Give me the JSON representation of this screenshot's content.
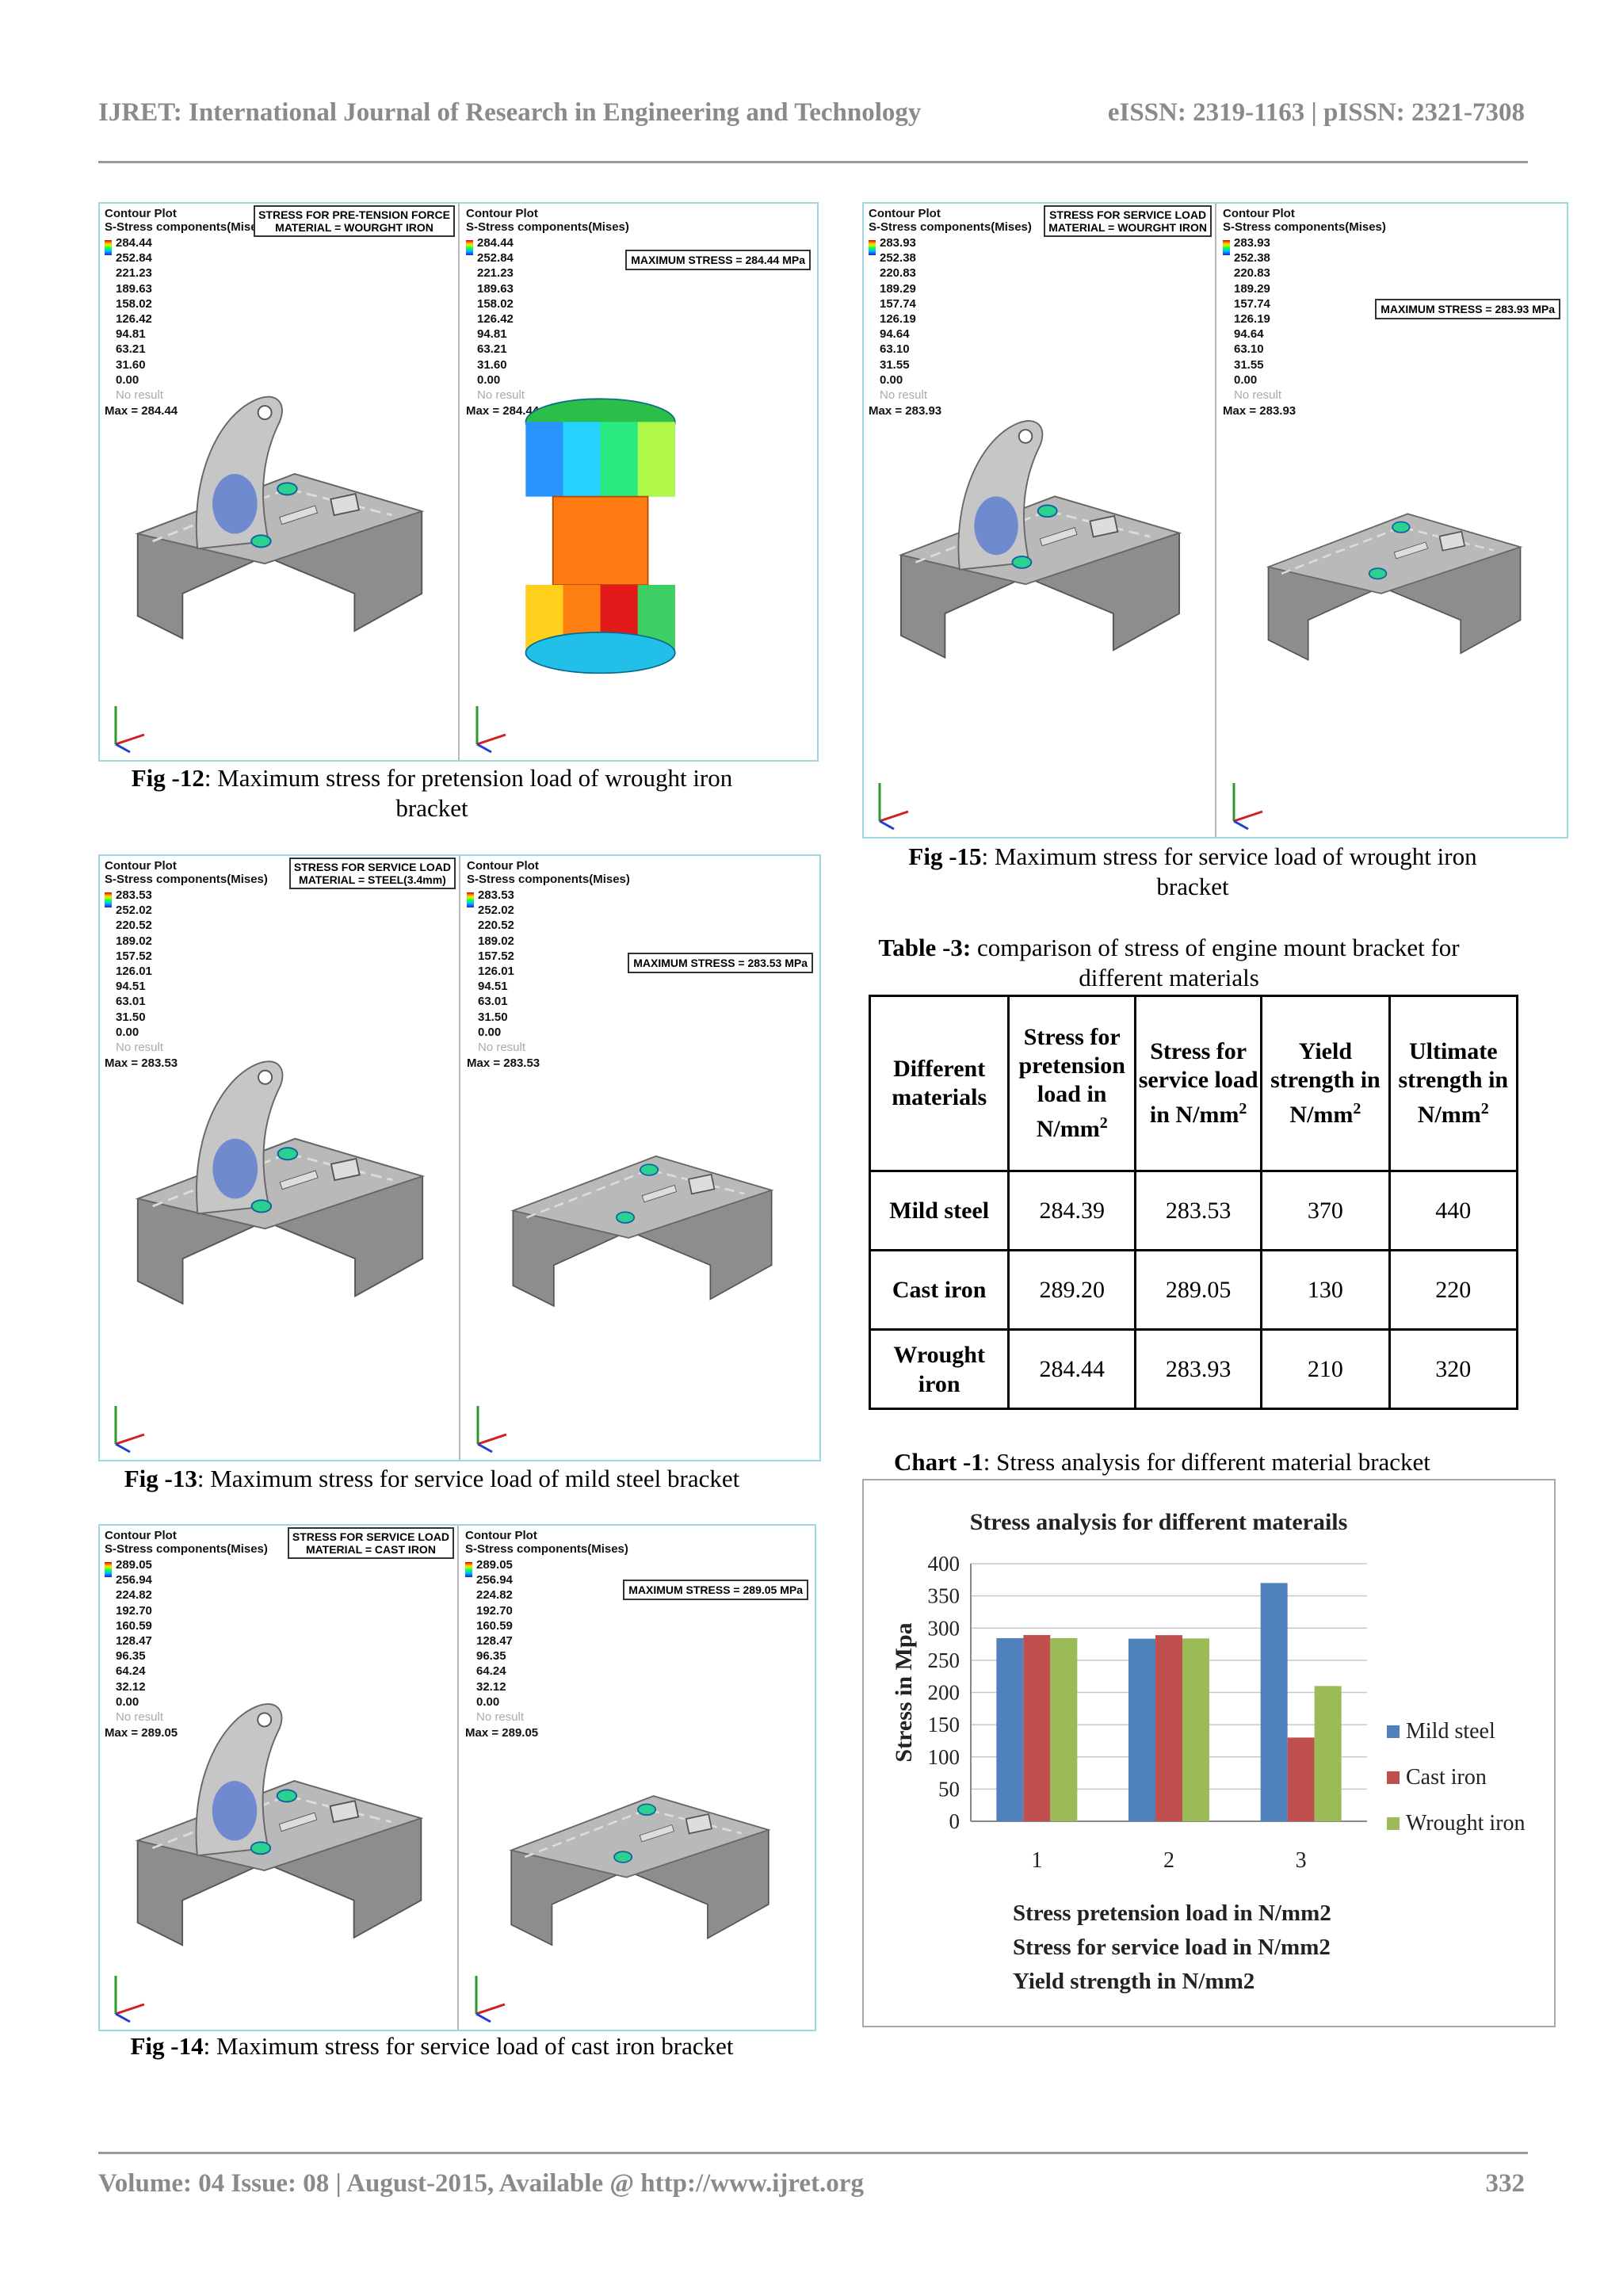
{
  "header": {
    "journal": "IJRET: International Journal of Research in Engineering and Technology",
    "issn": "eISSN: 2319-1163 | pISSN: 2321-7308"
  },
  "footer": {
    "volume": "Volume: 04 Issue: 08 | August-2015, Available @ http://www.ijret.org",
    "page": "332"
  },
  "figures": [
    {
      "label": "Fig -12",
      "caption": ": Maximum stress for pretension load of wrought iron bracket",
      "plot_title": "Contour Plot",
      "plot_sub": "S-Stress components(Mises)",
      "tag_line1": "STRESS FOR PRE-TENSION FORCE",
      "tag_line2": "MATERIAL = WOURGHT IRON",
      "scale": [
        "284.44",
        "252.84",
        "221.23",
        "189.63",
        "158.02",
        "126.42",
        "94.81",
        "63.21",
        "31.60",
        "0.00"
      ],
      "no_result": "No result",
      "max": "Max = 284.44",
      "max_stress": "MAXIMUM STRESS = 284.44 MPa"
    },
    {
      "label": "Fig -13",
      "caption": ": Maximum stress for service load of mild steel bracket",
      "plot_title": "Contour Plot",
      "plot_sub": "S-Stress components(Mises)",
      "tag_line1": "STRESS FOR SERVICE LOAD",
      "tag_line2": "MATERIAL = STEEL(3.4mm)",
      "scale": [
        "283.53",
        "252.02",
        "220.52",
        "189.02",
        "157.52",
        "126.01",
        "94.51",
        "63.01",
        "31.50",
        "0.00"
      ],
      "no_result": "No result",
      "max": "Max = 283.53",
      "max_stress": "MAXIMUM STRESS = 283.53 MPa"
    },
    {
      "label": "Fig -14",
      "caption": ": Maximum stress for service load of cast iron bracket",
      "plot_title": "Contour Plot",
      "plot_sub": "S-Stress components(Mises)",
      "tag_line1": "STRESS FOR SERVICE LOAD",
      "tag_line2": "MATERIAL = CAST IRON",
      "scale": [
        "289.05",
        "256.94",
        "224.82",
        "192.70",
        "160.59",
        "128.47",
        "96.35",
        "64.24",
        "32.12",
        "0.00"
      ],
      "no_result": "No result",
      "max": "Max = 289.05",
      "max_stress": "MAXIMUM STRESS = 289.05 MPa"
    },
    {
      "label": "Fig -15",
      "caption": ": Maximum stress for service load of wrought iron bracket",
      "plot_title": "Contour Plot",
      "plot_sub": "S-Stress components(Mises)",
      "tag_line1": "STRESS FOR SERVICE LOAD",
      "tag_line2": "MATERIAL = WOURGHT IRON",
      "scale": [
        "283.93",
        "252.38",
        "220.83",
        "189.29",
        "157.74",
        "126.19",
        "94.64",
        "63.10",
        "31.55",
        "0.00"
      ],
      "no_result": "No result",
      "max": "Max = 283.93",
      "max_stress": "MAXIMUM STRESS = 283.93 MPa"
    }
  ],
  "table": {
    "label": "Table -3:",
    "title": " comparison of stress of engine mount bracket for different materials",
    "headers": [
      "Different materials",
      "Stress for pretension load in N/mm",
      "Stress for service load in N/mm",
      "Yield strength in N/mm",
      "Ultimate strength in N/mm"
    ],
    "superscript": "2",
    "rows": [
      {
        "material": "Mild steel",
        "values": [
          "284.39",
          "283.53",
          "370",
          "440"
        ]
      },
      {
        "material": "Cast iron",
        "values": [
          "289.20",
          "289.05",
          "130",
          "220"
        ]
      },
      {
        "material": "Wrought iron",
        "values": [
          "284.44",
          "283.93",
          "210",
          "320"
        ]
      }
    ]
  },
  "chart_caption": {
    "label": "Chart -1",
    "text": ": Stress analysis for different material bracket"
  },
  "chart_data": {
    "type": "bar",
    "title": "Stress analysis for different materails",
    "ylabel": "Stress in Mpa",
    "xlabel": "",
    "categories": [
      "1",
      "2",
      "3"
    ],
    "category_notes": [
      "Stress pretension load in  N/mm2",
      "Stress for service load in  N/mm2",
      "Yield strength in  N/mm2"
    ],
    "ylim": [
      0,
      400
    ],
    "yticks": [
      0,
      50,
      100,
      150,
      200,
      250,
      300,
      350,
      400
    ],
    "grid": true,
    "legend": "right",
    "series": [
      {
        "name": "Mild steel",
        "color": "#4f81bd",
        "values": [
          284.39,
          283.53,
          370
        ]
      },
      {
        "name": "Cast iron",
        "color": "#c0504d",
        "values": [
          289.2,
          289.05,
          130
        ]
      },
      {
        "name": "Wrought iron",
        "color": "#9bbb59",
        "values": [
          284.44,
          283.93,
          210
        ]
      }
    ]
  }
}
